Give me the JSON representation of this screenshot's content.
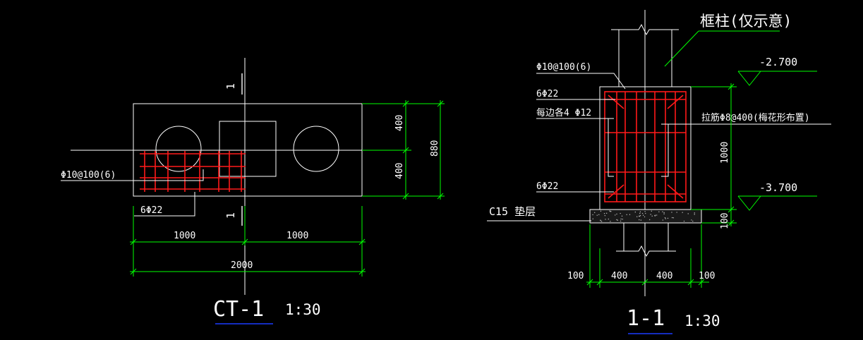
{
  "colors": {
    "background": "#000000",
    "outline": "#ffffff",
    "rebar": "#ff1a1a",
    "dimension": "#00ff00",
    "title_underline": "#1a3cff"
  },
  "left_drawing": {
    "title": "CT-1",
    "scale": "1:30",
    "section_mark": "1",
    "stirrup_label": "Φ10@100(6)",
    "main_bar_label": "6Φ22",
    "dims": {
      "top_400": "400",
      "bottom_400": "400",
      "total_height": "880",
      "left_1000": "1000",
      "right_1000": "1000",
      "total_width": "2000"
    }
  },
  "right_drawing": {
    "title": "1-1",
    "scale": "1:30",
    "column_note": "框柱(仅示意)",
    "stirrup_label": "Φ10@100(6)",
    "top_bar_label": "6Φ22",
    "side_bar_label": "每边各4 Φ12",
    "tie_label": "拉筋Φ8@400(梅花形布置)",
    "bottom_bar_label": "6Φ22",
    "cushion_label": "C15  垫层",
    "elev_top": "-2.700",
    "elev_bottom": "-3.700",
    "dims": {
      "height_1000": "1000",
      "cushion_100": "100",
      "left_100": "100",
      "left_400": "400",
      "right_400": "400",
      "right_100": "100"
    }
  }
}
